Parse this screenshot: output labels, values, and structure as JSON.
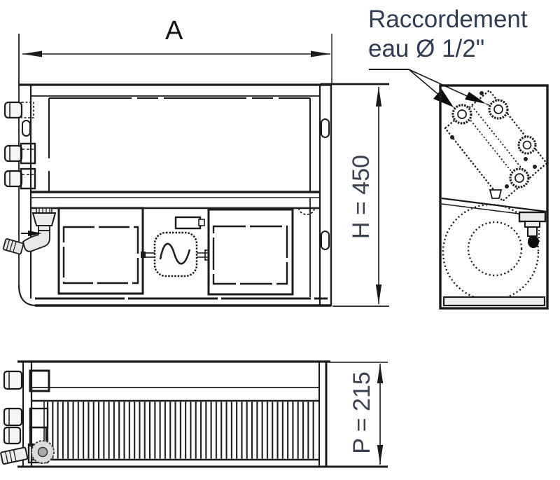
{
  "labels": {
    "dim_width": "A",
    "dim_height": "H = 450",
    "dim_depth": "P = 215",
    "note_line1": "Raccordement",
    "note_line2": "eau Ø 1/2\""
  },
  "colors": {
    "line": "#1b1b1b",
    "label_text": "#141414",
    "note_text": "#2e3c55",
    "dim_text": "#3a4150",
    "light_fill": "#ececec"
  }
}
